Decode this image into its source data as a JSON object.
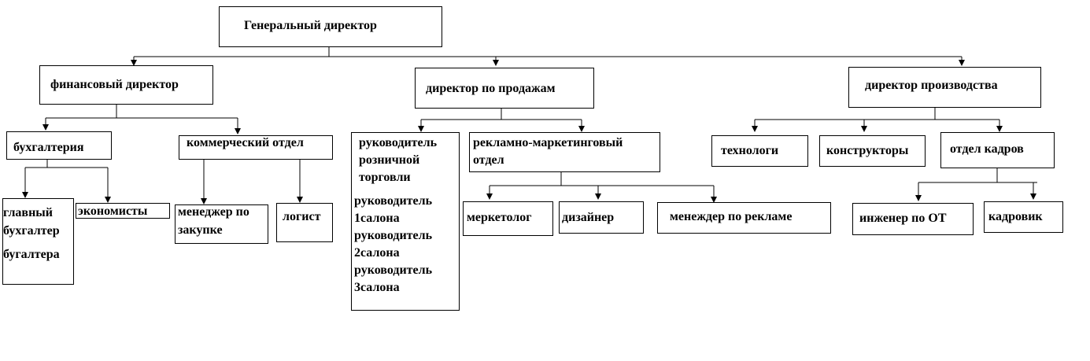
{
  "ceo": "Генеральный директор",
  "directors": {
    "finance": "финансовый директор",
    "sales": "директор по продажам",
    "production": "директор производства"
  },
  "finance": {
    "accounting": "бухгалтерия",
    "commercial": "коммерческий отдел",
    "chief_accountant_line1": "главный",
    "chief_accountant_line2": "бухгалтер",
    "accountants": "бугалтера",
    "economists": "экономисты",
    "purchasing_manager_line1": "менеджер по",
    "purchasing_manager_line2": "закупке",
    "logistician": "логист"
  },
  "sales": {
    "retail_line1": "руководитель",
    "retail_line2": "розничной",
    "retail_line3": "торговли",
    "salon1_line1": "руководитель",
    "salon1_line2": "1салона",
    "salon2_line1": "руководитель",
    "salon2_line2": "2салона",
    "salon3_line1": "руководитель",
    "salon3_line2": "3салона",
    "marketing_line1": "рекламно-маркетинговый",
    "marketing_line2": "отдел",
    "marketer": "меркетолог",
    "designer": "дизайнер",
    "ad_manager": "менеждер по рекламе"
  },
  "production": {
    "technologists": "технологи",
    "designers": "конструкторы",
    "hr": "отдел кадров",
    "safety_engineer": "инженер по ОТ",
    "hr_officer": "кадровик"
  }
}
